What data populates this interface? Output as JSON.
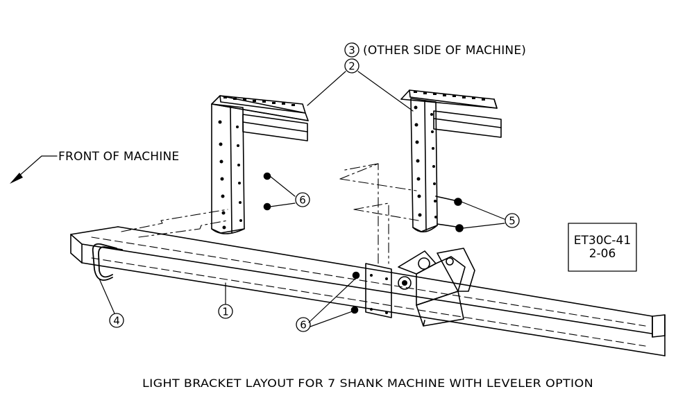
{
  "caption": "LIGHT BRACKET LAYOUT FOR 7 SHANK MACHINE WITH LEVELER OPTION",
  "front_label": "FRONT OF MACHINE",
  "other_side_label": "(OTHER SIDE OF MACHINE)",
  "drawing_code": {
    "line1": "ET30C-41",
    "line2": "2-06"
  },
  "callouts": [
    {
      "id": "3",
      "text": "3"
    },
    {
      "id": "2",
      "text": "2"
    },
    {
      "id": "6a",
      "text": "6"
    },
    {
      "id": "5",
      "text": "5"
    },
    {
      "id": "4",
      "text": "4"
    },
    {
      "id": "1",
      "text": "1"
    },
    {
      "id": "6b",
      "text": "6"
    }
  ]
}
